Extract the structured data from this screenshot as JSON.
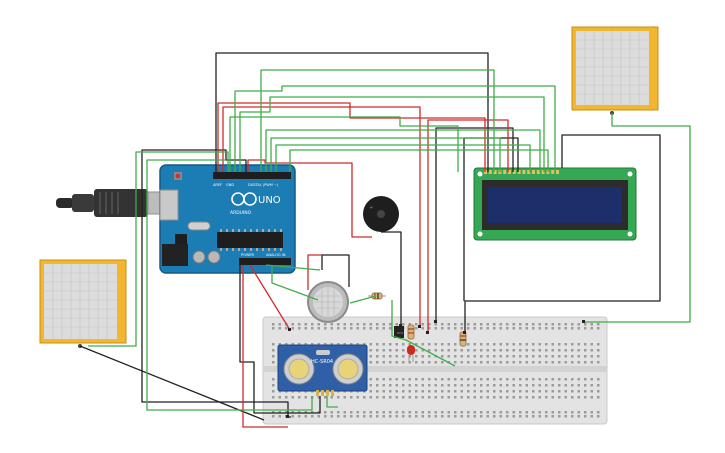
{
  "arduino": {
    "logo_text": "ARDUINO",
    "model_text": "UNO",
    "digital_label": "DIGITAL (PWM ~)",
    "power_label": "POWER",
    "analog_label": "ANALOG IN",
    "aref_label": "AREF",
    "gnd_label": "GND"
  },
  "ultrasonic": {
    "model_text": "HC-SR04"
  },
  "components": {
    "lcd": "lcd-16x2",
    "buzzer": "piezo-buzzer",
    "gas_sensor": "gas-sensor",
    "led_color": "#cc2a1e"
  },
  "colors": {
    "wire_red": "#d22a2a",
    "wire_black": "#222222",
    "wire_green": "#3fae49",
    "arduino_blue": "#1c7cb4",
    "panel_orange": "#f2b630",
    "lcd_green": "#34a853",
    "lcd_screen": "#1d2f6b"
  }
}
